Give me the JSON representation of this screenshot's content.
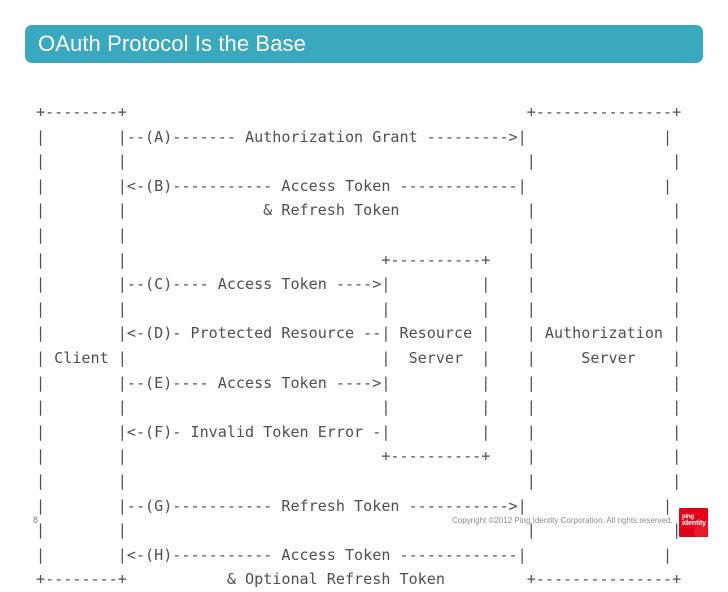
{
  "slide": {
    "title": "OAuth Protocol Is the Base",
    "accent_color": "#3aa9bf",
    "page_number": "8",
    "copyright": "Copyright ©2012 Ping Identity Corporation. All rights reserved.",
    "logo": {
      "name": "ping-identity-logo",
      "line1": "ping",
      "line2": "identity",
      "color": "#e2001a"
    }
  },
  "diagram": {
    "name": "oauth-refresh-token-flow-ascii",
    "type": "ascii-sequence-diagram",
    "actors": [
      "Client",
      "Resource Server",
      "Authorization Server"
    ],
    "steps": [
      {
        "id": "A",
        "label": "Authorization Grant",
        "from": "Client",
        "to": "Authorization Server",
        "direction": "right"
      },
      {
        "id": "B",
        "label": "Access Token & Refresh Token",
        "from": "Authorization Server",
        "to": "Client",
        "direction": "left"
      },
      {
        "id": "C",
        "label": "Access Token",
        "from": "Client",
        "to": "Resource Server",
        "direction": "right"
      },
      {
        "id": "D",
        "label": "Protected Resource",
        "from": "Resource Server",
        "to": "Client",
        "direction": "left"
      },
      {
        "id": "E",
        "label": "Access Token",
        "from": "Client",
        "to": "Resource Server",
        "direction": "right"
      },
      {
        "id": "F",
        "label": "Invalid Token Error",
        "from": "Resource Server",
        "to": "Client",
        "direction": "left"
      },
      {
        "id": "G",
        "label": "Refresh Token",
        "from": "Client",
        "to": "Authorization Server",
        "direction": "right"
      },
      {
        "id": "H",
        "label": "Access Token & Optional Refresh Token",
        "from": "Authorization Server",
        "to": "Client",
        "direction": "left"
      }
    ],
    "text": "+--------+                                            +---------------+\n|        |--(A)------- Authorization Grant --------->|               |\n|        |                                            |               |\n|        |<-(B)----------- Access Token -------------|               |\n|        |               & Refresh Token              |               |\n|        |                                            |               |\n|        |                            +----------+    |               |\n|        |--(C)---- Access Token ---->|          |    |               |\n|        |                            |          |    |               |\n|        |<-(D)- Protected Resource --| Resource |    | Authorization |\n| Client |                            |  Server  |    |     Server    |\n|        |--(E)---- Access Token ---->|          |    |               |\n|        |                            |          |    |               |\n|        |<-(F)- Invalid Token Error -|          |    |               |\n|        |                            +----------+    |               |\n|        |                                            |               |\n|        |--(G)----------- Refresh Token ----------->|               |\n|        |                                            |               |\n|        |<-(H)----------- Access Token -------------|               |\n+--------+           & Optional Refresh Token         +---------------+"
  }
}
